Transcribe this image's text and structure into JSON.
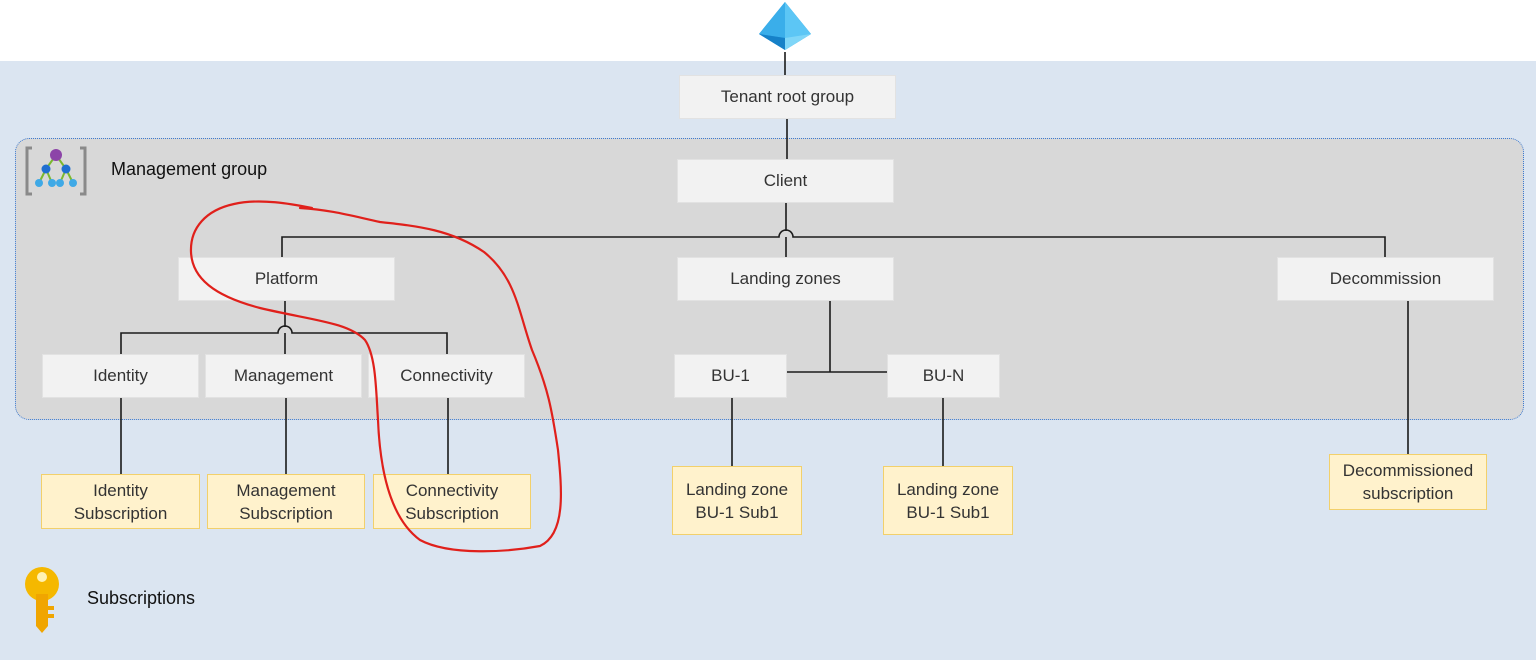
{
  "nodes": {
    "tenant_root": "Tenant root group",
    "client": "Client",
    "platform": "Platform",
    "landing_zones": "Landing zones",
    "decommission": "Decommission",
    "identity": "Identity",
    "management": "Management",
    "connectivity": "Connectivity",
    "bu1": "BU-1",
    "bun": "BU-N"
  },
  "subscriptions": {
    "identity": [
      "Identity",
      "Subscription"
    ],
    "management": [
      "Management",
      "Subscription"
    ],
    "connectivity": [
      "Connectivity",
      "Subscription"
    ],
    "bu1": [
      "Landing zone",
      "BU-1 Sub1"
    ],
    "bun": [
      "Landing zone",
      "BU-1 Sub1"
    ],
    "decommissioned": [
      "Decommissioned",
      "subscription"
    ]
  },
  "legend": {
    "management_group": "Management group",
    "subscriptions": "Subscriptions"
  },
  "icons": {
    "top": "entra-id-pyramid-icon",
    "management_group": "management-group-icon",
    "subscriptions": "key-icon"
  },
  "colors": {
    "background": "#dbe5f1",
    "management_group_area": "#d8d8d8",
    "node_fill": "#f2f2f2",
    "subscription_fill": "#fff2cc",
    "subscription_border": "#f2d06b",
    "annotation": "#e0201b"
  }
}
